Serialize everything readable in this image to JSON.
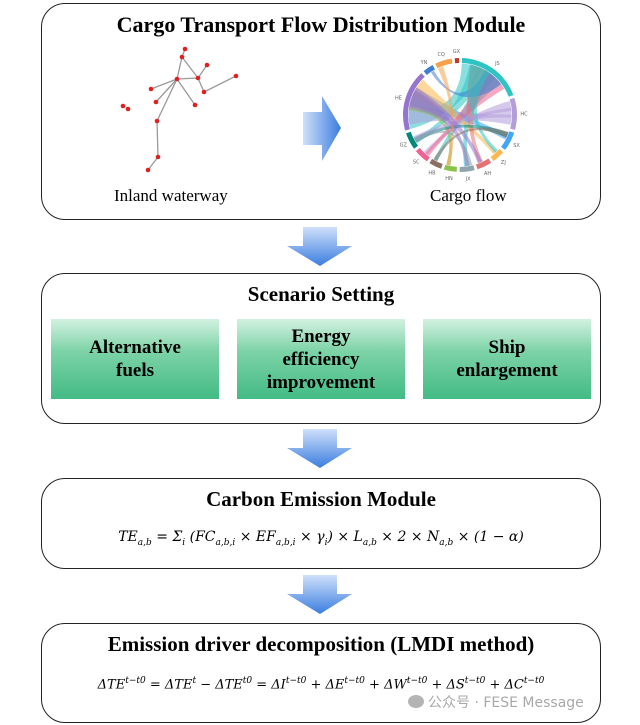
{
  "modules": {
    "flow": {
      "title": "Cargo Transport Flow Distribution Module",
      "left_caption": "Inland waterway",
      "right_caption": "Cargo flow",
      "network": {
        "node_color": "#e02020",
        "edge_color": "#9a9a9a"
      },
      "chord": {
        "segments": [
          {
            "label": "JS",
            "color": "#2ec4c4"
          },
          {
            "label": "HC",
            "color": "#b39ddb"
          },
          {
            "label": "SX",
            "color": "#42a5f5"
          },
          {
            "label": "ZJ",
            "color": "#ffb74d"
          },
          {
            "label": "AH",
            "color": "#e57373"
          },
          {
            "label": "JX",
            "color": "#90a4ae"
          },
          {
            "label": "HN",
            "color": "#8bc34a"
          },
          {
            "label": "HB",
            "color": "#8d6e63"
          },
          {
            "label": "SC",
            "color": "#f06292"
          },
          {
            "label": "GZ",
            "color": "#00897b"
          },
          {
            "label": "HE",
            "color": "#9575cd"
          },
          {
            "label": "YN",
            "color": "#3f7fcf"
          },
          {
            "label": "CQ",
            "color": "#f4a04c"
          },
          {
            "label": "GX",
            "color": "#c0392b"
          }
        ]
      }
    },
    "scenario": {
      "title": "Scenario Setting",
      "boxes": [
        {
          "label_lines": [
            "Alternative",
            "fuels"
          ]
        },
        {
          "label_lines": [
            "Energy",
            "efficiency",
            "improvement"
          ]
        },
        {
          "label_lines": [
            "Ship",
            "enlargement"
          ]
        }
      ]
    },
    "carbon": {
      "title": "Carbon Emission Module",
      "formula": "TE_{a,b} = Σ_i (FC_{a,b,i} × EF_{a,b,i} × γ_i) × L_{a,b} × 2 × N_{a,b} × (1 − α)"
    },
    "lmdi": {
      "title": "Emission driver decomposition (LMDI method)",
      "formula": "ΔTE^{t−t0} = ΔTE^{t} − ΔTE^{t0} = ΔI^{t−t0} + ΔE^{t−t0} + ΔW^{t−t0} + ΔS^{t−t0} + ΔC^{t−t0}"
    }
  },
  "arrow_color": "#3b7de0",
  "watermark": "公众号 · FESE Message"
}
